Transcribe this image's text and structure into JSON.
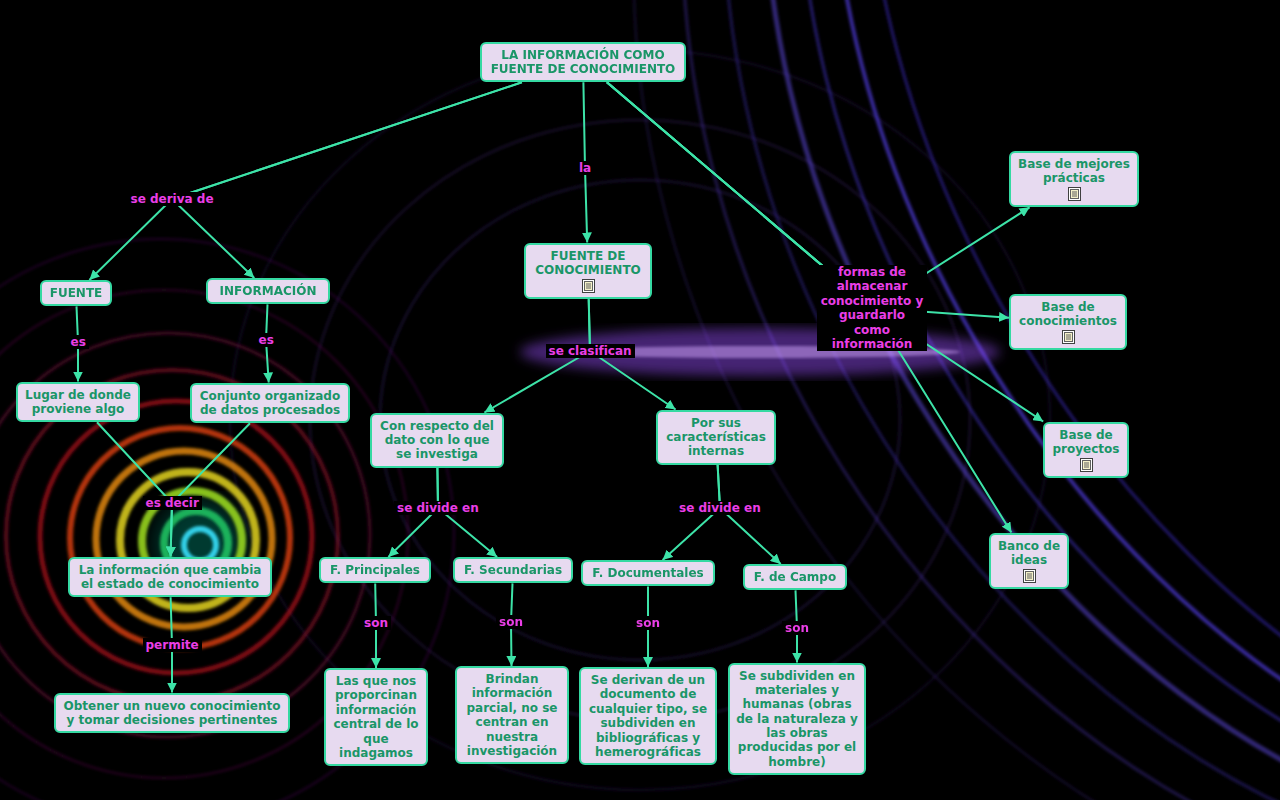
{
  "diagram": {
    "nodes": [
      {
        "text": [
          "LA INFORMACIÓN COMO FUENTE DE CONOCIMIENTO"
        ]
      },
      {
        "text": [
          "FUENTE"
        ]
      },
      {
        "text": [
          "INFORMACIÓN"
        ]
      },
      {
        "text": [
          "FUENTE DE CONOCIMIENTO"
        ]
      },
      {
        "text": [
          "Base de mejores prácticas"
        ]
      },
      {
        "text": [
          "Base de conocimientos"
        ]
      },
      {
        "text": [
          "Base de proyectos"
        ]
      },
      {
        "text": [
          "Banco de ideas"
        ]
      },
      {
        "text": [
          "Lugar de donde proviene algo"
        ]
      },
      {
        "text": [
          "Conjunto organizado de datos procesados"
        ]
      },
      {
        "text": [
          "Con respecto del dato con lo que se investiga"
        ]
      },
      {
        "text": [
          "Por sus características internas"
        ]
      },
      {
        "text": [
          "La información que cambia el estado de conocimiento"
        ]
      },
      {
        "text": [
          "F. Principales"
        ]
      },
      {
        "text": [
          "F. Secundarias"
        ]
      },
      {
        "text": [
          "F. Documentales"
        ]
      },
      {
        "text": [
          "F. de Campo"
        ]
      },
      {
        "text": [
          "Obtener un nuevo conocimiento y tomar decisiones pertinentes"
        ]
      },
      {
        "text": [
          "Las que nos proporcinan información central de lo que indagamos"
        ]
      },
      {
        "text": [
          "Brindan información parcial, no se centran en nuestra investigación"
        ]
      },
      {
        "text": [
          "Se derivan de un documento de cualquier tipo, se subdividen en bibliográficas y hemerográficas"
        ]
      },
      {
        "text": [
          "Se subdividen en materiales y humanas (obras de la naturaleza y las obras producidas por el hombre)"
        ]
      }
    ],
    "edges": [
      {
        "from": 0,
        "to": 1,
        "label": "se deriva de",
        "arrow": "to"
      },
      {
        "from": 0,
        "to": 2,
        "arrow": "to"
      },
      {
        "from": 0,
        "to": 3,
        "label": "la",
        "arrow": "to"
      },
      {
        "from": 0,
        "to": 4,
        "label": "formas de almacenar conocimiento y guardarlo como información",
        "arrow": "to"
      },
      {
        "from": 0,
        "to": 5,
        "arrow": "to"
      },
      {
        "from": 0,
        "to": 6,
        "arrow": "to"
      },
      {
        "from": 0,
        "to": 7,
        "arrow": "to"
      },
      {
        "from": 1,
        "to": 8,
        "label": "es",
        "arrow": "to"
      },
      {
        "from": 2,
        "to": 9,
        "label": "es",
        "arrow": "to"
      },
      {
        "from": 8,
        "to": 12,
        "label": "es decir",
        "arrow": "to"
      },
      {
        "from": 9,
        "to": 12,
        "arrow": "to"
      },
      {
        "from": 12,
        "to": 17,
        "label": "permite",
        "arrow": "to"
      },
      {
        "from": 3,
        "to": 10,
        "label": "se clasifican",
        "arrow": "to"
      },
      {
        "from": 3,
        "to": 11,
        "arrow": "to"
      },
      {
        "from": 10,
        "to": 13,
        "label": "se divide en",
        "arrow": "to"
      },
      {
        "from": 10,
        "to": 14,
        "arrow": "to"
      },
      {
        "from": 11,
        "to": 15,
        "label": "se divide en",
        "arrow": "to"
      },
      {
        "from": 11,
        "to": 16,
        "arrow": "to"
      },
      {
        "from": 13,
        "to": 18,
        "label": "son",
        "arrow": "to"
      },
      {
        "from": 14,
        "to": 19,
        "label": "son",
        "arrow": "to"
      },
      {
        "from": 15,
        "to": 20,
        "label": "son",
        "arrow": "to"
      },
      {
        "from": 16,
        "to": 21,
        "label": "son",
        "arrow": "to"
      }
    ]
  }
}
